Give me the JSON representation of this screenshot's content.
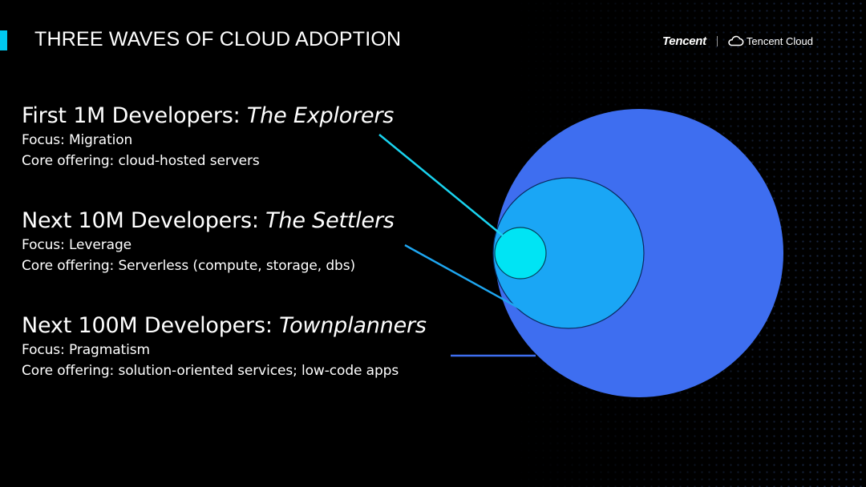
{
  "header": {
    "title": "THREE WAVES OF CLOUD ADOPTION",
    "logo_primary": "Tencent",
    "logo_secondary": "Tencent Cloud"
  },
  "colors": {
    "accent": "#00c8f0",
    "outer_circle": "#3e6ef0",
    "middle_circle": "#1aa6f5",
    "inner_circle": "#00e4f4"
  },
  "waves": [
    {
      "heading": "First 1M Developers: ",
      "persona": "The Explorers",
      "focus": "Focus: Migration",
      "offering": "Core offering: cloud-hosted servers"
    },
    {
      "heading": "Next 10M Developers: ",
      "persona": "The Settlers",
      "focus": "Focus: Leverage",
      "offering": "Core offering: Serverless (compute, storage, dbs)"
    },
    {
      "heading": "Next 100M Developers: ",
      "persona": "Townplanners",
      "focus": "Focus: Pragmatism",
      "offering": "Core offering: solution-oriented services; low-code apps"
    }
  ]
}
